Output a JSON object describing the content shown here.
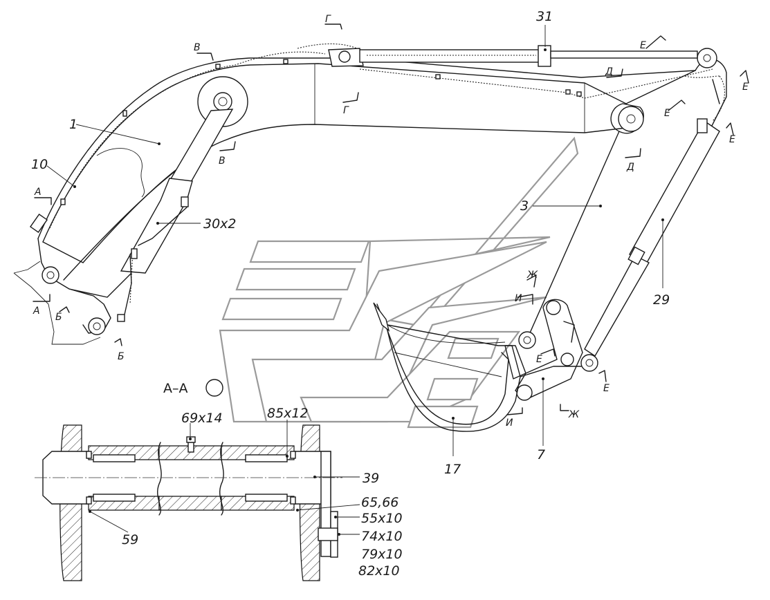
{
  "callouts": {
    "c1": "1",
    "c3": "3",
    "c7": "7",
    "c10": "10",
    "c17": "17",
    "c29": "29",
    "c30": "30x2",
    "c31": "31",
    "c39": "39",
    "c59": "59",
    "c69": "69x14",
    "c85": "85x12",
    "c6566": "65,66",
    "c55": "55x10",
    "c74": "74x10",
    "c79": "79x10",
    "c82": "82x10"
  },
  "section_title": "А–А",
  "section_marks": {
    "a": "А",
    "b": "Б",
    "v": "В",
    "g": "Г",
    "d": "Д",
    "e": "Е",
    "zh": "Ж",
    "i": "И"
  },
  "colors": {
    "line": "#1a1a1a",
    "watermark": "#9a9a9a"
  }
}
